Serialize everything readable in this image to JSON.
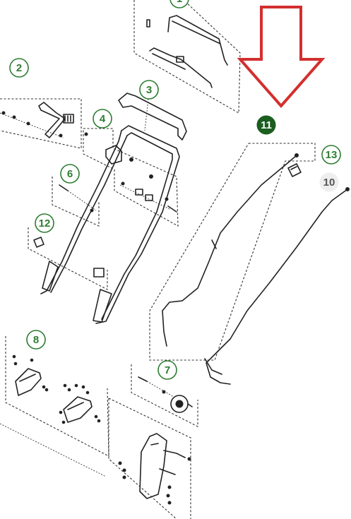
{
  "diagram": {
    "colors": {
      "callout_stroke": "#2e7d32",
      "callout_text": "#2e7d32",
      "selected_fill": "#1b5e20",
      "selected_text": "#ffffff",
      "inactive_fill": "#eeeeee",
      "inactive_text": "#555555",
      "arrow": "#d32f2f"
    },
    "callouts": [
      {
        "id": "c1",
        "label": "1"
      },
      {
        "id": "c2",
        "label": "2"
      },
      {
        "id": "c3",
        "label": "3"
      },
      {
        "id": "c4",
        "label": "4"
      },
      {
        "id": "c6",
        "label": "6"
      },
      {
        "id": "c7",
        "label": "7"
      },
      {
        "id": "c8",
        "label": "8"
      },
      {
        "id": "c10",
        "label": "10"
      },
      {
        "id": "c11",
        "label": "11"
      },
      {
        "id": "c12",
        "label": "12"
      },
      {
        "id": "c13",
        "label": "13"
      }
    ],
    "selected_callout": "11",
    "highlight_arrow": "down-arrow-indicator"
  }
}
